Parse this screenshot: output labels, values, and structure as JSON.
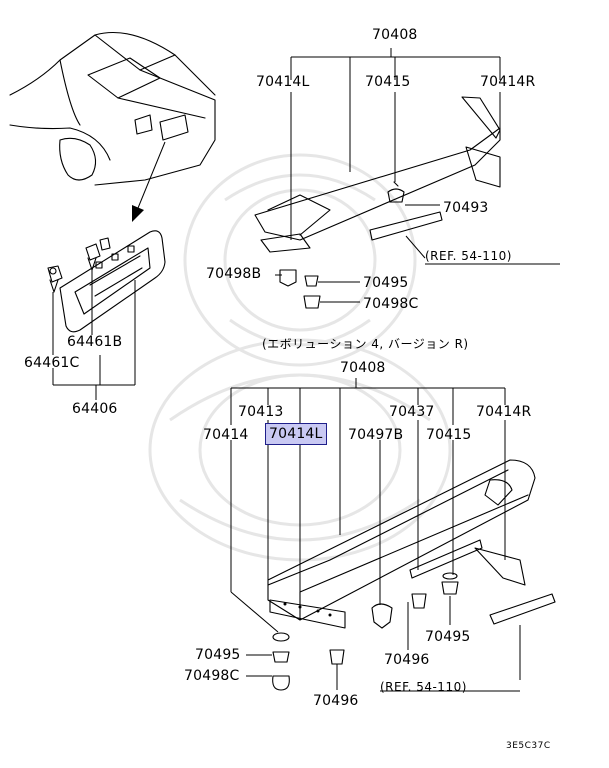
{
  "parts": {
    "car_spoiler_set_top": "70408",
    "left_end_cap_top": "70414L",
    "center_piece_top": "70415",
    "right_end_cap_top": "70414R",
    "grommet_top": "70493",
    "clip_b_top": "70498B",
    "nut_top": "70495",
    "clip_c_top": "70498C",
    "garnish_clip_b": "64461B",
    "garnish_clip_c": "64461C",
    "license_garnish": "64406",
    "spoiler_set_bottom": "70408",
    "end_cap_bottom": "70413",
    "bracket_bottom": "70437",
    "right_end_cap_bottom": "70414R",
    "left_base_bottom": "70414",
    "left_end_cap_bottom": "70414L",
    "clip_b_bottom": "70497B",
    "center_bottom": "70415",
    "nut_bottom_left": "70495",
    "clip_c_bottom": "70498C",
    "fastener_bottom_center": "70496",
    "fastener_bottom_right": "70496",
    "nut_bottom_right": "70495"
  },
  "notes": {
    "ref_top": "(REF. 54-110)",
    "ref_bottom": "(REF. 54-110)",
    "variant_note": "(エボリューション 4, バージョン R)",
    "diagram_code": "3E5C37C"
  },
  "highlight": {
    "selected_part": "70414L",
    "color": "#c9c9f3",
    "border": "#1f1f8a"
  }
}
